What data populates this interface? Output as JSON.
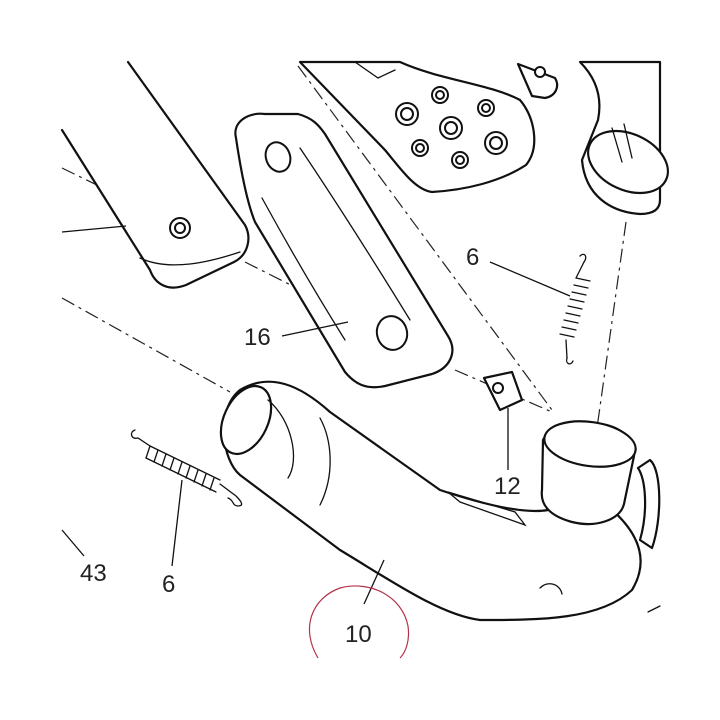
{
  "diagram": {
    "callouts": [
      {
        "id": "c6a",
        "label": "6"
      },
      {
        "id": "c16",
        "label": "16"
      },
      {
        "id": "c12",
        "label": "12"
      },
      {
        "id": "c43",
        "label": "43"
      },
      {
        "id": "c6b",
        "label": "6"
      },
      {
        "id": "c10",
        "label": "10"
      }
    ],
    "highlight_callout": "10",
    "colors": {
      "line": "#111111",
      "highlight": "#b5324a",
      "background": "#ffffff"
    }
  }
}
